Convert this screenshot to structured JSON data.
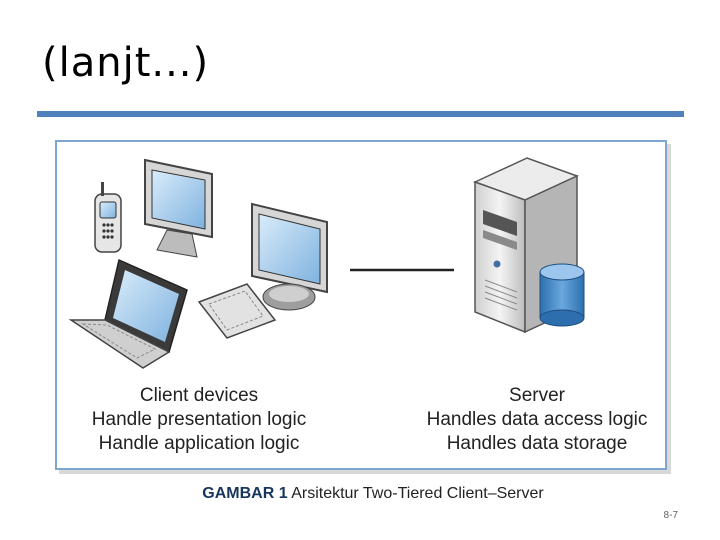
{
  "slide": {
    "title": "(lanjt...)",
    "page_number": "8-7"
  },
  "diagram": {
    "client": {
      "heading": "Client devices",
      "lines": [
        "Handle presentation logic",
        "Handle application logic"
      ]
    },
    "server": {
      "heading": "Server",
      "lines": [
        "Handles data access logic",
        "Handles data storage"
      ]
    }
  },
  "caption": {
    "figure_label": "GAMBAR 1",
    "text": "Arsitektur Two-Tiered Client–Server"
  },
  "colors": {
    "rule": "#4f81bd",
    "frame": "#7ea6cf",
    "caption_label": "#17365d",
    "database": "#4a87c6"
  }
}
